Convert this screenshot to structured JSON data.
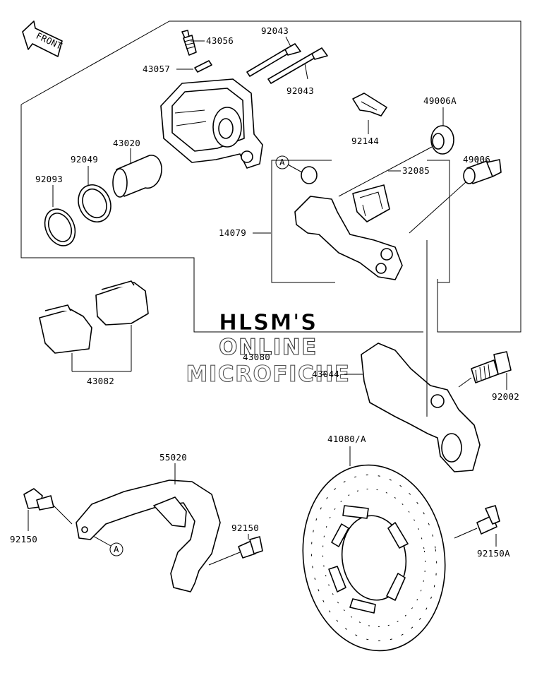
{
  "labels": {
    "front": "FRONT",
    "p43056": "43056",
    "p43057": "43057",
    "p92043a": "92043",
    "p92043b": "92043",
    "p43020": "43020",
    "p92049": "92049",
    "p92093": "92093",
    "p49006A": "49006A",
    "p92144": "92144",
    "p49006": "49006",
    "p32085": "32085",
    "p14079": "14079",
    "p43082": "43082",
    "p43080": "43080",
    "p43044": "43044",
    "p92002": "92002",
    "p55020": "55020",
    "p92150a": "92150",
    "p92150b": "92150",
    "p41080A": "41080/A",
    "p92150A": "92150A",
    "refA1": "A",
    "refA2": "A"
  },
  "watermark": {
    "line1": "HLSM'S",
    "line2": "ONLINE",
    "line3": "MICROFICHE"
  }
}
